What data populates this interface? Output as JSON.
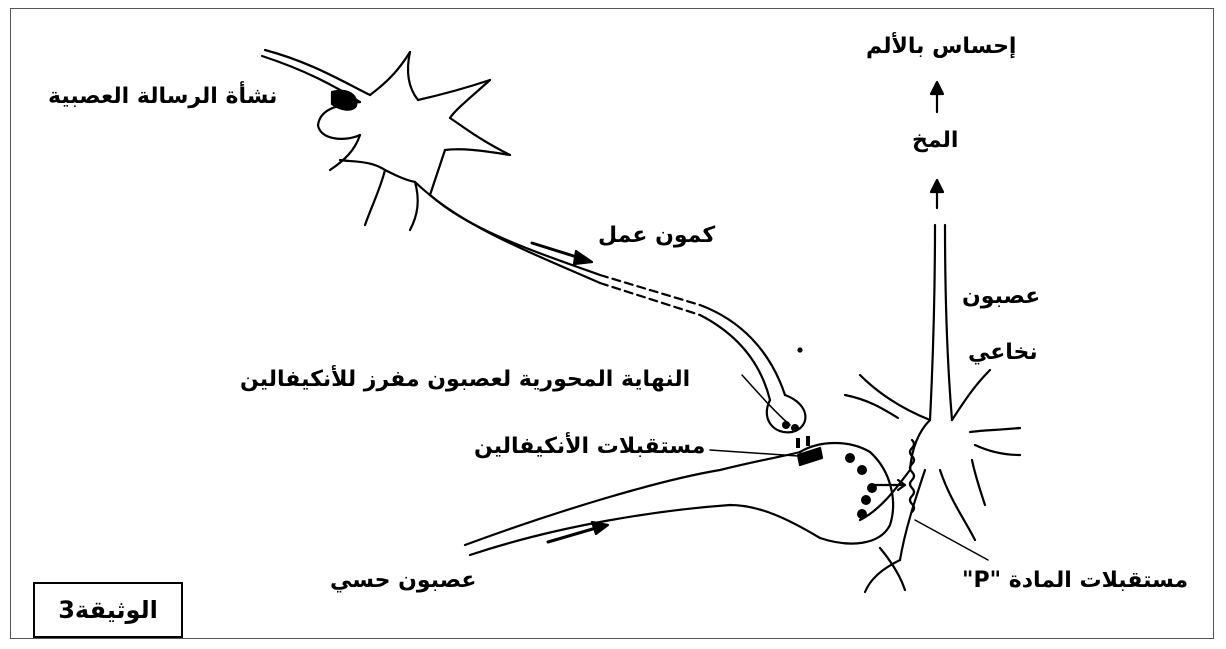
{
  "labels": {
    "message_origin": "نشأة الرسالة العصبية",
    "action_potential": "كمون عمل",
    "pain_sensation": "إحساس بالألم",
    "brain": "المخ",
    "spinal_neuron_line1": "عصبون",
    "spinal_neuron_line2": "نخاعي",
    "axon_terminal": "النهاية المحورية لعصبون مفرز للأنكيفالين",
    "enkephalin_receptors": "مستقبلات الأنكيفالين",
    "sensory_neuron": "عصبون حسي",
    "substance_p_receptors": "مستقبلات المادة \"P\""
  },
  "document_label": "الوثيقة3"
}
